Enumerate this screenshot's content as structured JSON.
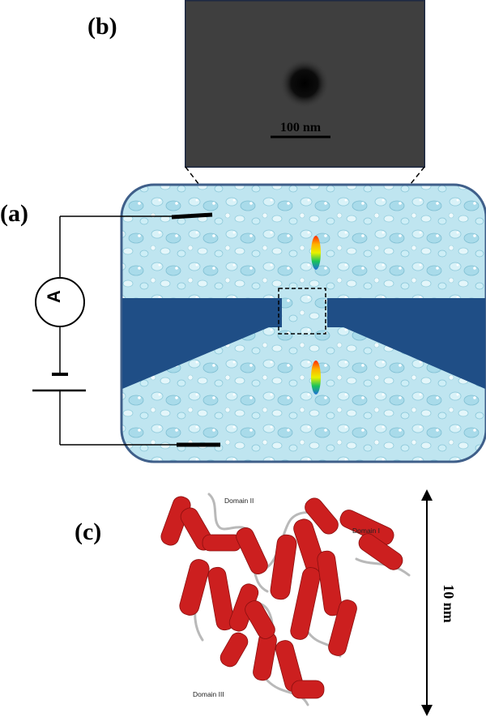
{
  "panels": {
    "a": "(a)",
    "b": "(b)",
    "c": "(c)"
  },
  "tem": {
    "scale_bar_label": "100 nm"
  },
  "circuit": {
    "ammeter_symbol": "A"
  },
  "protein": {
    "domain_1": "Domain I",
    "domain_2": "Domain II",
    "domain_3": "Domain III",
    "size_label": "10 nm"
  },
  "colors": {
    "membrane": "#1f4e86",
    "cell_border": "#3f5f8a",
    "liquid": "#b8e2ee",
    "helix": "#cc1f1f",
    "coil": "#b9b9b9"
  }
}
